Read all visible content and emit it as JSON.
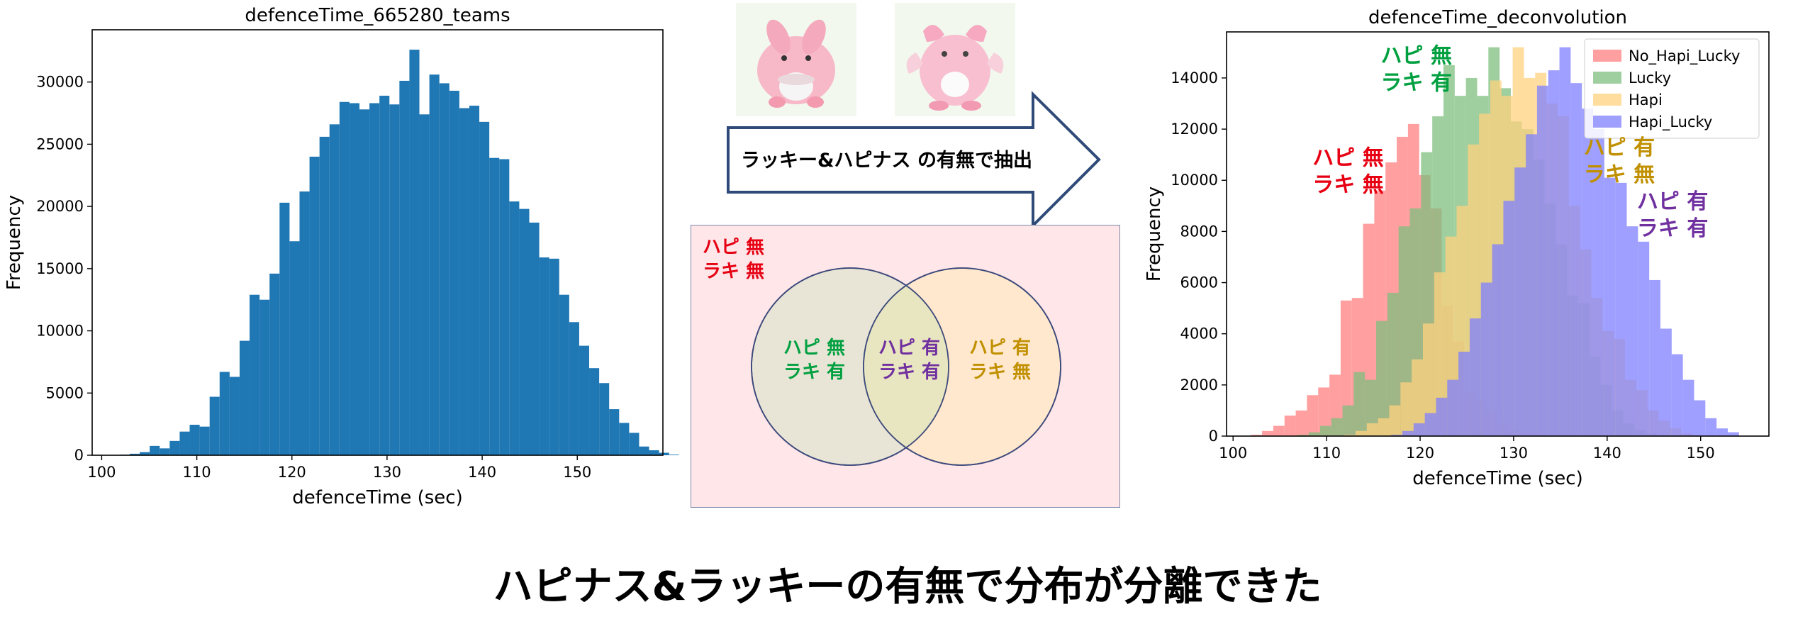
{
  "colors": {
    "hist_blue": "#1f77b4",
    "no_hapi_lucky": "#ff7f7f",
    "lucky": "#7fbf7f",
    "hapi": "#ffd27f",
    "hapi_lucky": "#7f7fff",
    "label_red": "#e60012",
    "label_green": "#00a040",
    "label_gold": "#c09000",
    "label_purple": "#7030a0"
  },
  "illustrations": {
    "left_pokemon": "chansey-icon",
    "right_pokemon": "blissey-icon"
  },
  "arrow": {
    "text": "ラッキー&ハピナス の有無で抽出",
    "icon": "arrow-right-icon"
  },
  "venn": {
    "outside_line1": "ハピ 無",
    "outside_line2": "ラキ 無",
    "left_only_line1": "ハピ 無",
    "left_only_line2": "ラキ 有",
    "both_line1": "ハピ 有",
    "both_line2": "ラキ 有",
    "right_only_line1": "ハピ 有",
    "right_only_line2": "ラキ 無"
  },
  "caption": "ハピナス&ラッキーの有無で分布が分離できた",
  "chart_data": [
    {
      "type": "bar",
      "title": "defenceTime_665280_teams",
      "xlabel": "defenceTime (sec)",
      "ylabel": "Frequency",
      "xlim": [
        99,
        159
      ],
      "ylim": [
        0,
        34200
      ],
      "xticks": [
        100,
        110,
        120,
        130,
        140,
        150
      ],
      "yticks": [
        0,
        5000,
        10000,
        15000,
        20000,
        25000,
        30000
      ],
      "bin_start": 101.9,
      "bin_width": 1.05,
      "values": [
        50,
        120,
        250,
        750,
        550,
        1150,
        1900,
        2450,
        2300,
        4700,
        6700,
        6300,
        9200,
        12900,
        12500,
        14600,
        20300,
        17200,
        21200,
        24000,
        25600,
        26600,
        28400,
        28300,
        27800,
        28300,
        28900,
        28200,
        30100,
        32600,
        27400,
        30600,
        29900,
        29300,
        27900,
        28100,
        26800,
        23900,
        23800,
        20400,
        19800,
        18700,
        15900,
        15800,
        12900,
        10700,
        8800,
        7000,
        5800,
        3700,
        2600,
        1800,
        700,
        400,
        200,
        50
      ]
    },
    {
      "type": "bar",
      "title": "defenceTime_deconvolution",
      "xlabel": "defenceTime (sec)",
      "ylabel": "Frequency",
      "xlim": [
        99.3,
        157.3
      ],
      "ylim": [
        0,
        15800
      ],
      "xticks": [
        100,
        110,
        120,
        130,
        140,
        150
      ],
      "yticks": [
        0,
        2000,
        4000,
        6000,
        8000,
        10000,
        12000,
        14000
      ],
      "legend_position": "top-right",
      "series": [
        {
          "name": "No_Hapi_Lucky",
          "bin_start": 101.9,
          "bin_width": 1.2,
          "values": [
            50,
            200,
            400,
            800,
            1000,
            1600,
            1900,
            2400,
            5300,
            5400,
            8300,
            9600,
            10700,
            11700,
            12200,
            10200,
            8900,
            5100,
            3700,
            1700,
            1400,
            950,
            450,
            250,
            100,
            50
          ]
        },
        {
          "name": "Lucky",
          "bin_start": 106.9,
          "bin_width": 1.2,
          "values": [
            50,
            150,
            400,
            700,
            1200,
            2500,
            2200,
            4500,
            5600,
            8200,
            8900,
            11100,
            12500,
            14500,
            13300,
            14000,
            13300,
            15200,
            13600,
            12300,
            12000,
            10800,
            9100,
            7500,
            5500,
            5200,
            3100,
            2000,
            1000,
            500,
            250,
            100
          ]
        },
        {
          "name": "Hapi",
          "bin_start": 111.9,
          "bin_width": 1.2,
          "values": [
            50,
            200,
            500,
            700,
            1200,
            2100,
            3000,
            4400,
            6400,
            7800,
            9000,
            11400,
            12600,
            13900,
            13300,
            15200,
            14000,
            14200,
            13000,
            12500,
            9000,
            7300,
            5400,
            4100,
            3800,
            2200,
            1800,
            1000,
            600,
            300,
            100
          ]
        },
        {
          "name": "Hapi_Lucky",
          "bin_start": 116.9,
          "bin_width": 1.2,
          "values": [
            50,
            200,
            500,
            900,
            1500,
            2200,
            3300,
            4600,
            6000,
            7500,
            9200,
            10500,
            11800,
            13700,
            14300,
            15200,
            13800,
            12800,
            12000,
            10100,
            9900,
            8200,
            7600,
            6100,
            4200,
            3200,
            2200,
            1400,
            700,
            300,
            150
          ]
        }
      ],
      "annotations": [
        {
          "line1": "ハピ 無",
          "line2": "ラキ 無",
          "color": "label_red",
          "x": 112.3,
          "y": 10600
        },
        {
          "line1": "ハピ 無",
          "line2": "ラキ 有",
          "color": "label_green",
          "x": 119.6,
          "y": 14600
        },
        {
          "line1": "ハピ 有",
          "line2": "ラキ 無",
          "color": "label_gold",
          "x": 141.3,
          "y": 11000
        },
        {
          "line1": "ハピ 有",
          "line2": "ラキ 有",
          "color": "label_purple",
          "x": 147.0,
          "y": 8900
        }
      ]
    }
  ]
}
